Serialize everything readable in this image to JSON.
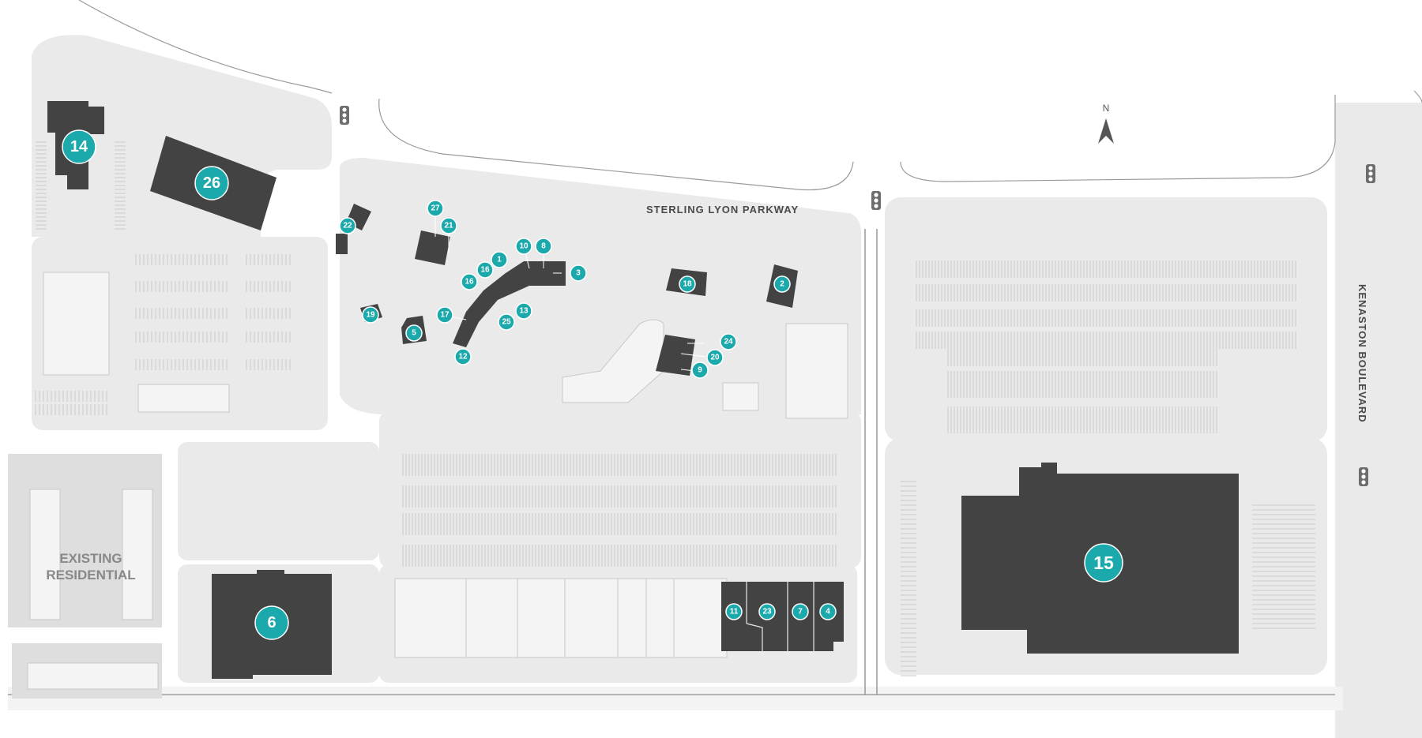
{
  "map": {
    "streets": [
      {
        "id": "sterling-lyon",
        "label": "STERLING LYON PARKWAY"
      },
      {
        "id": "kenaston",
        "label": "KENASTON BOULEVARD"
      }
    ],
    "areas": [
      {
        "id": "existing-residential",
        "line1": "EXISTING",
        "line2": "RESIDENTIAL"
      }
    ],
    "north_label": "N",
    "colors": {
      "marker": "#1ba9ab",
      "building": "#434343",
      "lot": "#eaeaea"
    },
    "markers": [
      "14",
      "26",
      "22",
      "27",
      "21",
      "10",
      "8",
      "1",
      "16",
      "3",
      "16",
      "13",
      "17",
      "25",
      "12",
      "19",
      "5",
      "18",
      "2",
      "24",
      "20",
      "9",
      "15",
      "6",
      "11",
      "23",
      "7",
      "4"
    ]
  }
}
